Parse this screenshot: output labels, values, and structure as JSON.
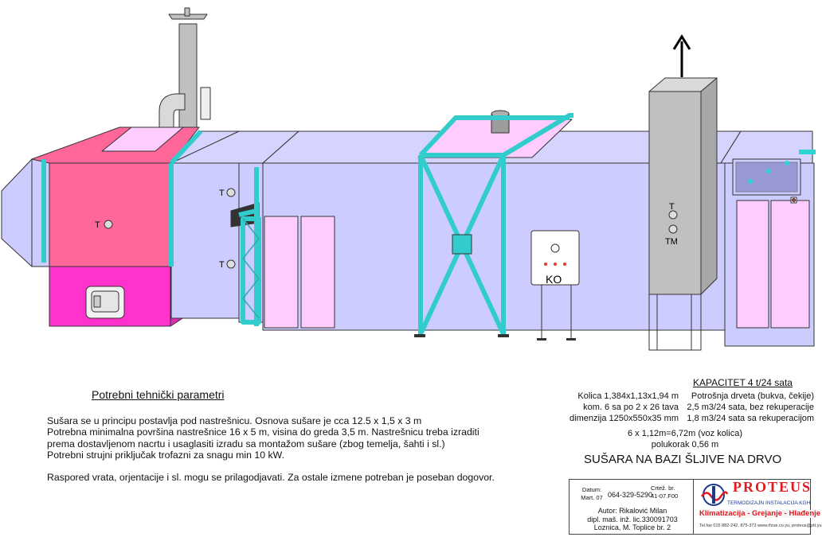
{
  "labels": {
    "t": "T",
    "tm": "TM",
    "ko": "KO"
  },
  "requirements": {
    "title": "Potrebni tehnički parametri",
    "lines": [
      "Sušara se u principu postavlja pod nastrešnicu. Osnova sušare je cca 12.5 x 1,5 x 3 m",
      "Potrebna minimalna površina nastrešnice 16 x 5 m, visina do greda 3,5 m. Nastrešnicu treba izraditi",
      "prema dostavljenom nacrtu i usaglasiti izradu sa montažom sušare (zbog temelja, šahti i sl.)",
      "Potrebni strujni priključak trofazni za snagu min 10 kW."
    ],
    "note": "Raspored vrata, orjentacije i sl. mogu se prilagodjavati. Za ostale izmene potreban je poseban dogovor."
  },
  "capacity": {
    "title": "KAPACITET 4 t/24 sata",
    "cart_lines": [
      "Kolica 1,384x1,13x1,94 m",
      "kom. 6 sa po 2 x 26 tava",
      "dimenzija 1250x550x35 mm"
    ],
    "consumption_lines": [
      "Potrošnja drveta (bukva, čekije)",
      "2,5 m3/24 sata, bez rekuperacije",
      "1,8 m3/24 sata sa rekuperacijom"
    ],
    "calc_lines": [
      "6 x 1,12m=6,72m (voz kolica)",
      "polukorak 0,56 m"
    ]
  },
  "main_title": "SUŠARA NA BAZI ŠLJIVE NA DRVO",
  "title_block": {
    "date_label": "Datum:",
    "date_value": "Mart. 07",
    "phone": "064-329-5290",
    "drawing_label": "Crtež. br.",
    "drawing_value": "41-07.F00",
    "author_lines": [
      "Autor: Rikalović Milan",
      "dipl. maš. inž. lic.330091703",
      "Loznica, M. Toplice br. 2"
    ],
    "brand": "PROTEUS",
    "brand_sub": "TERMODIZAJN INSTALACIJA KGH",
    "services": "Klimatizacija - Grejanje - Hlađenje",
    "contact": "Tel.fax 015 882-242, 875-373  www.rfzue.co.yu, proteus@ptt.yu"
  },
  "colors": {
    "body": "#ccccff",
    "body_top": "#d4d4ff",
    "furnace": "#ff6699",
    "firebox": "#ff33cc",
    "frame": "#33cccc",
    "door": "#ffccff",
    "chimney": "#c0c0c0",
    "outline": "#333333"
  }
}
